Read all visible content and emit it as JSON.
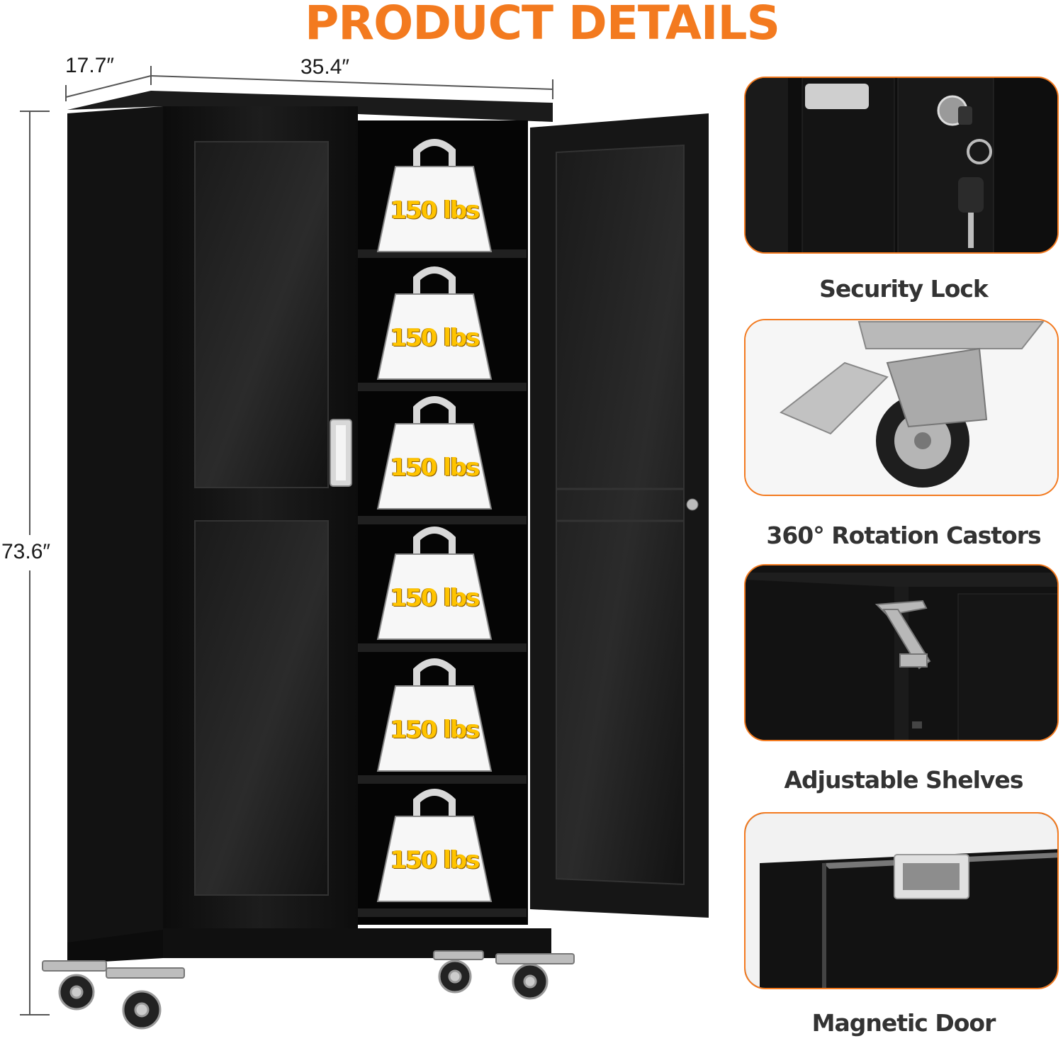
{
  "header": {
    "title": "PRODUCT DETAILS",
    "title_color": "#f37a1f"
  },
  "dimensions": {
    "depth": "17.7″",
    "width": "35.4″",
    "height": "73.6″"
  },
  "cabinet": {
    "color": "#161616",
    "shelf_load_labels": [
      "150 lbs",
      "150 lbs",
      "150 lbs",
      "150 lbs",
      "150 lbs",
      "150 lbs"
    ],
    "weight_label_color": "#ffc400"
  },
  "features": [
    {
      "label": "Security Lock",
      "icon": "key-lock-icon"
    },
    {
      "label": "360° Rotation Castors",
      "icon": "caster-wheel-icon"
    },
    {
      "label": "Adjustable Shelves",
      "icon": "shelf-clip-icon"
    },
    {
      "label": "Magnetic Door",
      "icon": "door-handle-icon"
    }
  ],
  "accent_color": "#f37a1f"
}
